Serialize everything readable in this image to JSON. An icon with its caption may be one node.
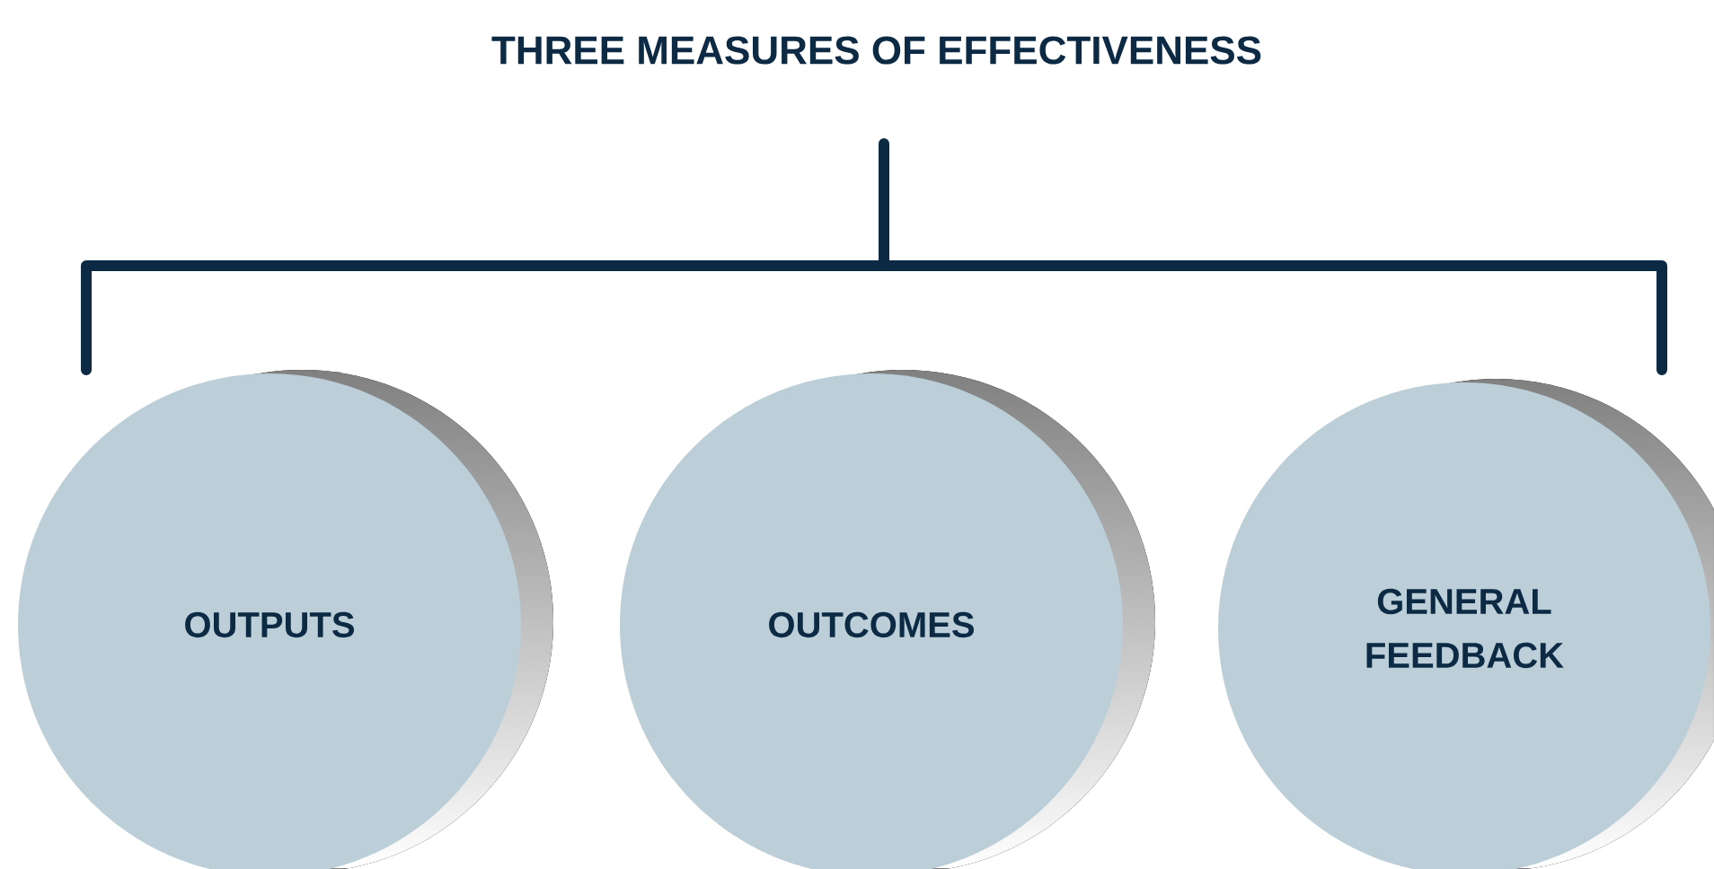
{
  "diagram": {
    "title": "THREE MEASURES OF EFFECTIVENESS",
    "nodes": [
      {
        "text": [
          "OUTPUTS"
        ]
      },
      {
        "text": [
          "OUTCOMES"
        ]
      },
      {
        "text": [
          "GENERAL FEEDBACK"
        ]
      }
    ]
  }
}
